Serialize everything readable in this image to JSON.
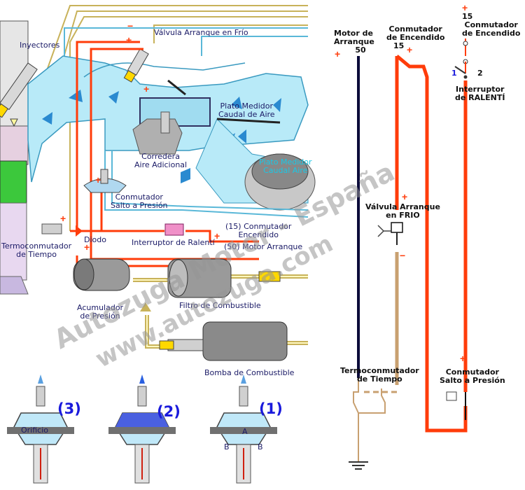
{
  "left_diagram": {
    "inyectores": "Inyectores",
    "valvula_arranque_frio": "Válvula Arranque en Frío",
    "plato_medidor": [
      "Plato Medidor",
      "Caudal de Aire"
    ],
    "plato_medidor_overlay": [
      "Plato Medidor",
      "Caudal Aire"
    ],
    "corredera": [
      "Corredera",
      "Aire Adicional"
    ],
    "conmutador_salto": [
      "Conmutador",
      "Salto a Presión"
    ],
    "termoconmutador": [
      "Termoconmutador",
      "de Tiempo"
    ],
    "diodo": "Diodo",
    "interruptor_ralenti": "Interruptor de Ralentí",
    "conmutador_encendido": [
      "(15) Conmutador",
      "Encendido"
    ],
    "motor_arranque": "(50) Motor Arranque",
    "acumulador": [
      "Acumulador",
      "de Presión"
    ],
    "filtro": "Filtro de Combustible",
    "bomba": "Bomba de Combustible"
  },
  "valves": [
    {
      "number": "(3)",
      "inner_label": "Orificio"
    },
    {
      "number": "(2)",
      "inner_label": ""
    },
    {
      "number": "(1)",
      "inner_label": "A",
      "side_labels": [
        "B",
        "B"
      ]
    }
  ],
  "right_diagram": {
    "motor_arranque": [
      "Motor de",
      "Arranque",
      "50"
    ],
    "conmutador_encendido_mid": [
      "Conmutador",
      "de Encendido",
      "15"
    ],
    "conmutador_encendido_right": [
      "15",
      "Conmutador",
      "de Encendido"
    ],
    "switch_pos_1": "1",
    "switch_pos_2": "2",
    "interruptor_ralenti": [
      "Interruptor",
      "de RALENTÍ"
    ],
    "valvula_arranque": [
      "Válvula Arranque",
      "en FRIO"
    ],
    "termoconmutador": [
      "Termoconmutador",
      "de Tiempo"
    ],
    "conmutador_salto": [
      "Conmutador",
      "Salto a Presión"
    ]
  },
  "watermark": {
    "line1": "Autozuga Motor - España",
    "line2": "www.autozuga.com"
  },
  "colors": {
    "wire_red": "#ff3c0a",
    "wire_dark": "#0b0b3a",
    "wire_tan": "#c8a070",
    "air_blue": "#b8eaf8",
    "fuel_yellow": "#f0e090"
  }
}
